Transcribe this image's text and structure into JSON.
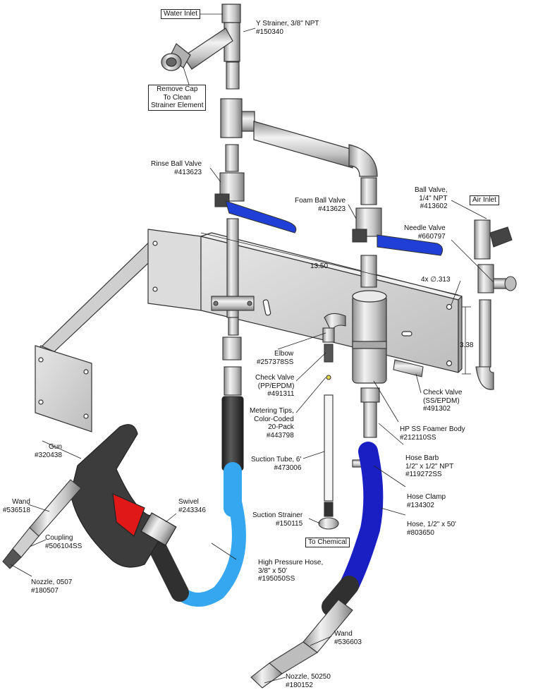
{
  "callouts": {
    "water_inlet": "Water Inlet",
    "air_inlet": "Air Inlet",
    "to_chemical": "To Chemical",
    "remove_cap": [
      "Remove Cap",
      "To Clean",
      "Strainer Element"
    ]
  },
  "parts": {
    "y_strainer": [
      "Y Strainer, 3/8\" NPT",
      "#150340"
    ],
    "rinse_ball_valve": [
      "Rinse Ball Valve",
      "#413623"
    ],
    "foam_ball_valve": [
      "Foam Ball Valve",
      "#413623"
    ],
    "ball_valve": [
      "Ball Valve,",
      "1/4\" NPT",
      "#413602"
    ],
    "needle_valve": [
      "Needle Valve",
      "#660797"
    ],
    "elbow": [
      "Elbow",
      "#257378SS"
    ],
    "check_valve_pp": [
      "Check Valve",
      "(PP/EPDM)",
      "#491311"
    ],
    "metering_tips": [
      "Metering Tips,",
      "Color-Coded",
      "20-Pack",
      "#443798"
    ],
    "suction_tube": [
      "Suction Tube, 6'",
      "#473006"
    ],
    "suction_strainer": [
      "Suction Strainer",
      "#150115"
    ],
    "check_valve_ss": [
      "Check Valve",
      "(SS/EPDM)",
      "#491302"
    ],
    "foamer_body": [
      "HP SS Foamer Body",
      "#212110SS"
    ],
    "hose_barb": [
      "Hose Barb",
      "1/2\" x 1/2\" NPT",
      "#119272SS"
    ],
    "hose_clamp": [
      "Hose Clamp",
      "#134302"
    ],
    "hose_half": [
      "Hose, 1/2\" x 50'",
      "#803650"
    ],
    "gun": [
      "Gun",
      "#320438"
    ],
    "wand_left": [
      "Wand",
      "#536518"
    ],
    "swivel": [
      "Swivel",
      "#243346"
    ],
    "coupling": [
      "Coupling",
      "#506104SS"
    ],
    "nozzle_0507": [
      "Nozzle, 0507",
      "#180507"
    ],
    "hp_hose": [
      "High Pressure Hose,",
      "3/8\" x 50'",
      "#195050SS"
    ],
    "wand_right": [
      "Wand",
      "#536603"
    ],
    "nozzle_50250": [
      "Nozzle, 50250",
      "#180152"
    ]
  },
  "dimensions": {
    "width": "13.50",
    "holes": "4x ∅.313",
    "height": "3.38"
  },
  "colors": {
    "steel": "#d4d4d4",
    "steel_dark": "#8a8a8a",
    "handle_blue": "#1f3fd6",
    "hose_light_blue": "#35a6f0",
    "hose_dark_blue": "#1a1fc4",
    "hose_black": "#303030",
    "gun_trigger": "#e01818"
  }
}
